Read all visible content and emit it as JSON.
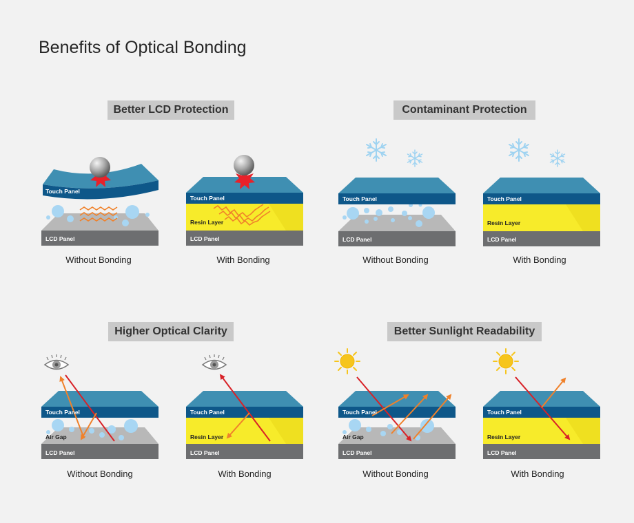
{
  "title": "Benefits of Optical Bonding",
  "sections": [
    {
      "title": "Better LCD Protection",
      "panels": [
        {
          "caption": "Without Bonding",
          "layer_labels": [
            "Touch Panel",
            "LCD Panel"
          ]
        },
        {
          "caption": "With Bonding",
          "layer_labels": [
            "Touch Panel",
            "Resin Layer",
            "LCD Panel"
          ]
        }
      ]
    },
    {
      "title": "Contaminant Protection",
      "panels": [
        {
          "caption": "Without Bonding",
          "layer_labels": [
            "Touch Panel",
            "LCD Panel"
          ]
        },
        {
          "caption": "With Bonding",
          "layer_labels": [
            "Touch Panel",
            "Resin Layer",
            "LCD Panel"
          ]
        }
      ]
    },
    {
      "title": "Higher Optical Clarity",
      "panels": [
        {
          "caption": "Without Bonding",
          "layer_labels": [
            "Touch Panel",
            "Air Gap",
            "LCD Panel"
          ]
        },
        {
          "caption": "With Bonding",
          "layer_labels": [
            "Touch Panel",
            "Resin Layer",
            "LCD Panel"
          ]
        }
      ]
    },
    {
      "title": "Better Sunlight Readability",
      "panels": [
        {
          "caption": "Without Bonding",
          "layer_labels": [
            "Touch Panel",
            "Air Gap",
            "LCD Panel"
          ]
        },
        {
          "caption": "With Bonding",
          "layer_labels": [
            "Touch Panel",
            "Resin Layer",
            "LCD Panel"
          ]
        }
      ]
    }
  ],
  "colors": {
    "touch_top": "#3f8fb2",
    "touch_front": "#0e5789",
    "resin": "#f7eb2a",
    "lcd_top": "#b8b8b8",
    "lcd_front": "#6d6e70",
    "bubble": "#a8d6f3",
    "impact": "#e8212a",
    "arrow_orange": "#f0812a",
    "arrow_red": "#d82127",
    "sun": "#f6c51c"
  }
}
